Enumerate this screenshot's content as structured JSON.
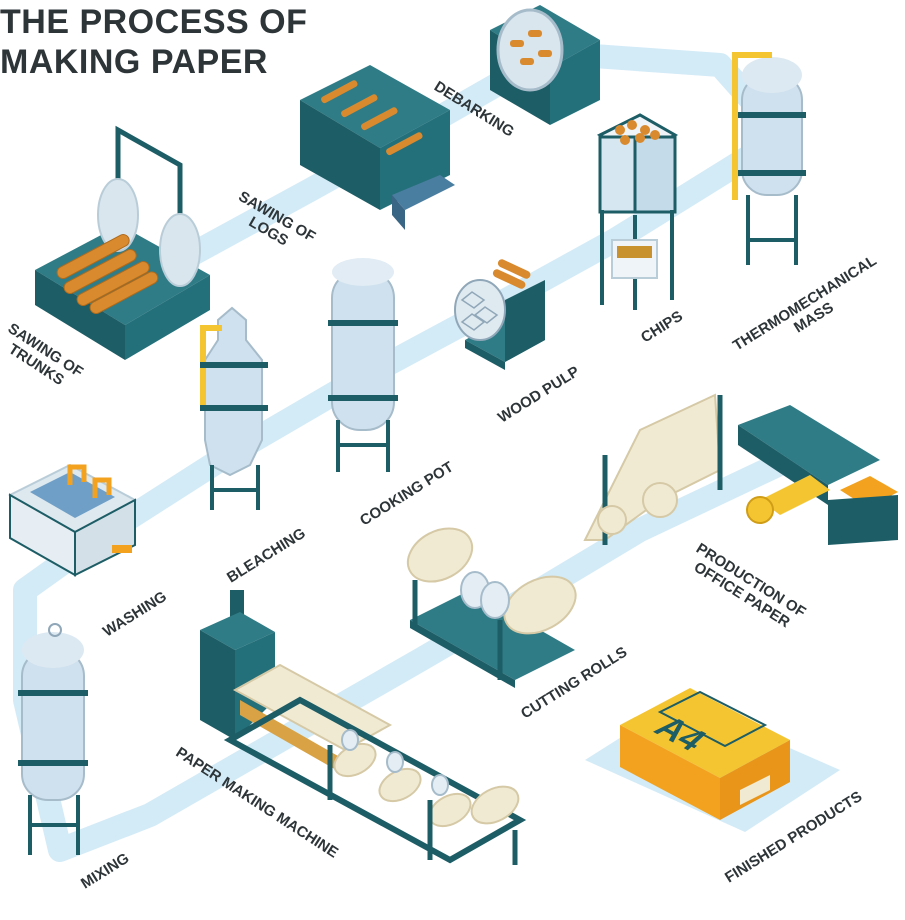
{
  "title": {
    "line1": "THE PROCESS OF",
    "line2": "MAKING PAPER"
  },
  "steps": {
    "debarking": "DEBARKING",
    "sawing_logs_1": "SAWING OF",
    "sawing_logs_2": "LOGS",
    "sawing_trunks_1": "SAWING OF",
    "sawing_trunks_2": "TRUNKS",
    "chips": "CHIPS",
    "thermo_1": "THERMOMECHANICAL",
    "thermo_2": "MASS",
    "wood_pulp": "WOOD PULP",
    "cooking_pot": "COOKING POT",
    "bleaching": "BLEACHING",
    "washing": "WASHING",
    "production_1": "PRODUCTION OF",
    "production_2": "OFFICE PAPER",
    "cutting_rolls": "CUTTING ROLLS",
    "paper_machine": "PAPER MAKING MACHINE",
    "mixing": "MIXING",
    "finished": "FINISHED PRODUCTS"
  },
  "package_label": "A4",
  "colors": {
    "teal_dark": "#1d5d66",
    "teal": "#2f7c86",
    "pipe": "#d3ebf7",
    "tank": "#cfe1ee",
    "wood": "#d98a2e",
    "paper": "#f1ead3",
    "yellow": "#f5c531",
    "orange": "#f3a21f",
    "text": "#2e3538"
  }
}
